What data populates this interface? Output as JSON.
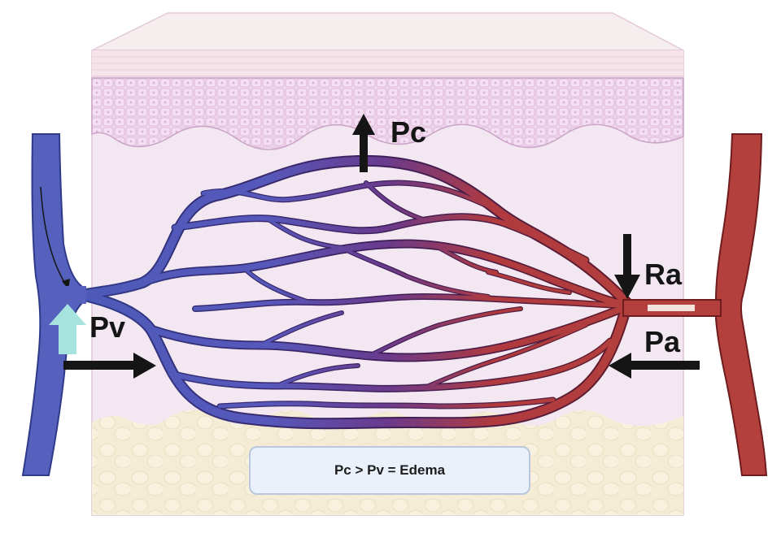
{
  "labels": {
    "pc": "Pc",
    "ra": "Ra",
    "pv": "Pv",
    "pa": "Pa"
  },
  "formula": "Pc > Pv = Edema",
  "colors": {
    "vein": "#5561bd",
    "artery": "#b3403d",
    "capillary_mid": "#6a3a8c",
    "tissue": "#f2e6f0",
    "epidermis": "#efd3ec",
    "fat": "#f5ecd6",
    "arrow": "#151515",
    "pv_arrow": "#a6e3de"
  }
}
